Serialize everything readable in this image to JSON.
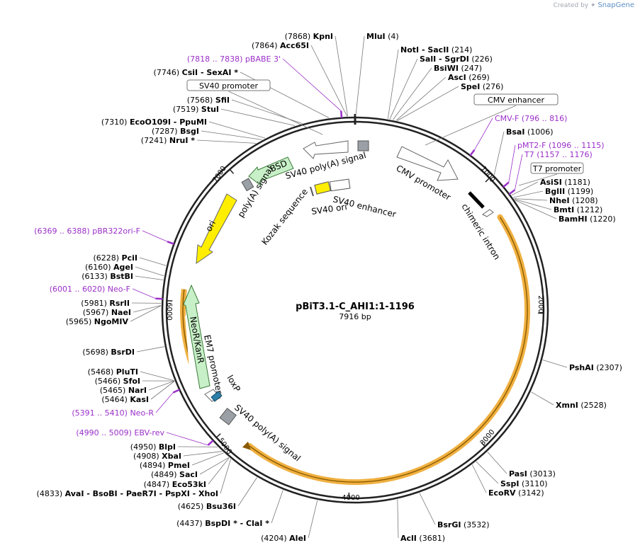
{
  "credit": {
    "prefix": "Created by",
    "brand": "SnapGene"
  },
  "plasmid": {
    "name": "pBiT3.1-C_AHI1:1-1196",
    "size": "7916 bp",
    "length": 7916
  },
  "colors": {
    "primer": "#9a2fc8",
    "orf_outline": "#f0b040",
    "feature_gray": "#9aa0a6",
    "yellow": "#ffee00",
    "green": "#c8f0c8"
  },
  "sites": [
    {
      "name": "MluI",
      "pos": "(4)",
      "bp": 4
    },
    {
      "name": "NotI  -  SacII",
      "pos": "(214)",
      "bp": 214
    },
    {
      "name": "SalI  -  SgrDI",
      "pos": "(226)",
      "bp": 226
    },
    {
      "name": "BsiWI",
      "pos": "(247)",
      "bp": 247
    },
    {
      "name": "AscI",
      "pos": "(269)",
      "bp": 269
    },
    {
      "name": "SpeI",
      "pos": "(276)",
      "bp": 276
    },
    {
      "name": "BsaI",
      "pos": "(1006)",
      "bp": 1006
    },
    {
      "name": "AsiSI",
      "pos": "(1181)",
      "bp": 1181
    },
    {
      "name": "BglII",
      "pos": "(1199)",
      "bp": 1199
    },
    {
      "name": "NheI",
      "pos": "(1208)",
      "bp": 1208
    },
    {
      "name": "BmtI",
      "pos": "(1212)",
      "bp": 1212
    },
    {
      "name": "BamHI",
      "pos": "(1220)",
      "bp": 1220
    },
    {
      "name": "PshAI",
      "pos": "(2307)",
      "bp": 2307
    },
    {
      "name": "XmnI",
      "pos": "(2528)",
      "bp": 2528
    },
    {
      "name": "PasI",
      "pos": "(3013)",
      "bp": 3013
    },
    {
      "name": "SspI",
      "pos": "(3110)",
      "bp": 3110
    },
    {
      "name": "EcoRV",
      "pos": "(3142)",
      "bp": 3142
    },
    {
      "name": "BsrGI",
      "pos": "(3532)",
      "bp": 3532
    },
    {
      "name": "AclI",
      "pos": "(3681)",
      "bp": 3681
    },
    {
      "name": "AleI",
      "pos": "(4204)",
      "bp": 4204
    },
    {
      "name": "BspDI *  -  ClaI *",
      "pos": "(4437)",
      "bp": 4437
    },
    {
      "name": "Bsu36I",
      "pos": "(4625)",
      "bp": 4625
    },
    {
      "name": "AvaI  -  BsoBI  -  PaeR7I  -  PspXI  -  XhoI",
      "pos": "(4833)",
      "bp": 4833
    },
    {
      "name": "Eco53kI",
      "pos": "(4847)",
      "bp": 4847
    },
    {
      "name": "SacI",
      "pos": "(4849)",
      "bp": 4849
    },
    {
      "name": "PmeI",
      "pos": "(4894)",
      "bp": 4894
    },
    {
      "name": "XbaI",
      "pos": "(4908)",
      "bp": 4908
    },
    {
      "name": "BlpI",
      "pos": "(4950)",
      "bp": 4950
    },
    {
      "name": "KasI",
      "pos": "(5464)",
      "bp": 5464
    },
    {
      "name": "NarI",
      "pos": "(5465)",
      "bp": 5465
    },
    {
      "name": "SfoI",
      "pos": "(5466)",
      "bp": 5466
    },
    {
      "name": "PluTI",
      "pos": "(5468)",
      "bp": 5468
    },
    {
      "name": "BsrDI",
      "pos": "(5698)",
      "bp": 5698
    },
    {
      "name": "NgoMIV",
      "pos": "(5965)",
      "bp": 5965
    },
    {
      "name": "NaeI",
      "pos": "(5967)",
      "bp": 5967
    },
    {
      "name": "RsrII",
      "pos": "(5981)",
      "bp": 5981
    },
    {
      "name": "BstBI",
      "pos": "(6133)",
      "bp": 6133
    },
    {
      "name": "AgeI",
      "pos": "(6160)",
      "bp": 6160
    },
    {
      "name": "PciI",
      "pos": "(6228)",
      "bp": 6228
    },
    {
      "name": "NruI *",
      "pos": "(7241)",
      "bp": 7241
    },
    {
      "name": "BsgI",
      "pos": "(7287)",
      "bp": 7287
    },
    {
      "name": "EcoO109I  -  PpuMI",
      "pos": "(7310)",
      "bp": 7310
    },
    {
      "name": "StuI",
      "pos": "(7519)",
      "bp": 7519
    },
    {
      "name": "SfiI",
      "pos": "(7568)",
      "bp": 7568
    },
    {
      "name": "CsiI  -  SexAI *",
      "pos": "(7746)",
      "bp": 7746
    },
    {
      "name": "Acc65I",
      "pos": "(7864)",
      "bp": 7864
    },
    {
      "name": "KpnI",
      "pos": "(7868)",
      "bp": 7868
    }
  ],
  "primers": [
    {
      "name": "pBABE 3'",
      "pos": "(7818 .. 7838)",
      "bp": 7828
    },
    {
      "name": "CMV-F",
      "pos": "(796 .. 816)",
      "bp": 806
    },
    {
      "name": "pMT2-F",
      "pos": "(1096 .. 1115)",
      "bp": 1105
    },
    {
      "name": "T7",
      "pos": "(1157 .. 1176)",
      "bp": 1166
    },
    {
      "name": "pBR322ori-F",
      "pos": "(6369 .. 6388)",
      "bp": 6378
    },
    {
      "name": "Neo-F",
      "pos": "(6001 .. 6020)",
      "bp": 6010
    },
    {
      "name": "Neo-R",
      "pos": "(5391 .. 5410)",
      "bp": 5400
    },
    {
      "name": "EBV-rev",
      "pos": "(4990 .. 5009)",
      "bp": 5000
    }
  ],
  "boxed": [
    {
      "name": "SV40 promoter"
    },
    {
      "name": "CMV enhancer"
    },
    {
      "name": "T7 promoter"
    }
  ],
  "features": {
    "cmv_promoter": "CMV promoter",
    "chimeric_intron": "chimeric intron",
    "sv40_polya_top": "SV40 poly(A) signal",
    "bsd": "BSD",
    "polya_signal": "poly(A) signal",
    "ori": "ori",
    "kozak": "Kozak sequence",
    "sv40_enhancer": "SV40 enhancer",
    "sv40_ori": "SV40 ori",
    "neor": "NeoR/KanR",
    "em7": "EM7 promoter",
    "loxp": "loxP",
    "sv40_polya_bottom": "SV40 poly(A) signal"
  },
  "ticks": [
    {
      "label": "1000",
      "bp": 1000
    },
    {
      "label": "2000",
      "bp": 2000
    },
    {
      "label": "3000",
      "bp": 3000
    },
    {
      "label": "4000",
      "bp": 4000
    },
    {
      "label": "5000",
      "bp": 5000
    },
    {
      "label": "6000",
      "bp": 6000
    },
    {
      "label": "7000",
      "bp": 7000
    }
  ]
}
